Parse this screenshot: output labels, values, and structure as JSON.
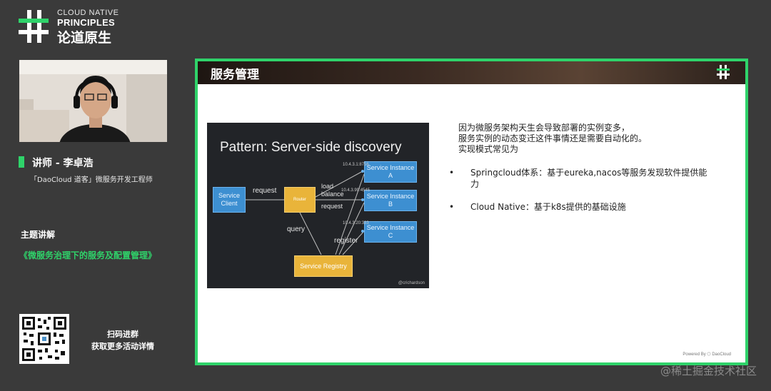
{
  "brand": {
    "line1": "CLOUD NATIVE",
    "line2": "PRINCIPLES",
    "line3": "论道原生",
    "accent_color": "#2fd36a"
  },
  "speaker": {
    "name": "讲师 - 李卓浩",
    "title": "「DaoCloud 道客」微服务开发工程师"
  },
  "topic": {
    "label": "主题讲解",
    "value": "《微服务治理下的服务及配置管理》"
  },
  "qr": {
    "caption_line1": "扫码进群",
    "caption_line2": "获取更多活动详情"
  },
  "slide": {
    "title": "服务管理",
    "intro_line1": "因为微服务架构天生会导致部署的实例变多，",
    "intro_line2": "服务实例的动态变迁这件事情还是需要自动化的。",
    "intro_line3": "实现模式常见为",
    "bullets": [
      {
        "dot": "•",
        "text": "Springcloud体系：基于eureka,nacos等服务发现软件提供能力"
      },
      {
        "dot": "•",
        "text": "Cloud Native：基于k8s提供的基础设施"
      }
    ],
    "powered": "Powered By ⬡ DaoCloud",
    "diagram": {
      "title": "Pattern: Server-side discovery",
      "client": "Service Client",
      "router": "Router",
      "registry": "Service Registry",
      "instance_a": "Service Instance A",
      "instance_b": "Service Instance B",
      "instance_c": "Service Instance C",
      "label_request": "request",
      "label_load_balance": "load balance",
      "label_request2": "request",
      "label_query": "query",
      "label_register": "register",
      "ip_a": "10.4.3.1:8756",
      "ip_b": "10.4.3.99:4545",
      "ip_c": "10.4.3.20:333",
      "credit": "@crichardson"
    }
  },
  "watermark": "@稀土掘金技术社区"
}
